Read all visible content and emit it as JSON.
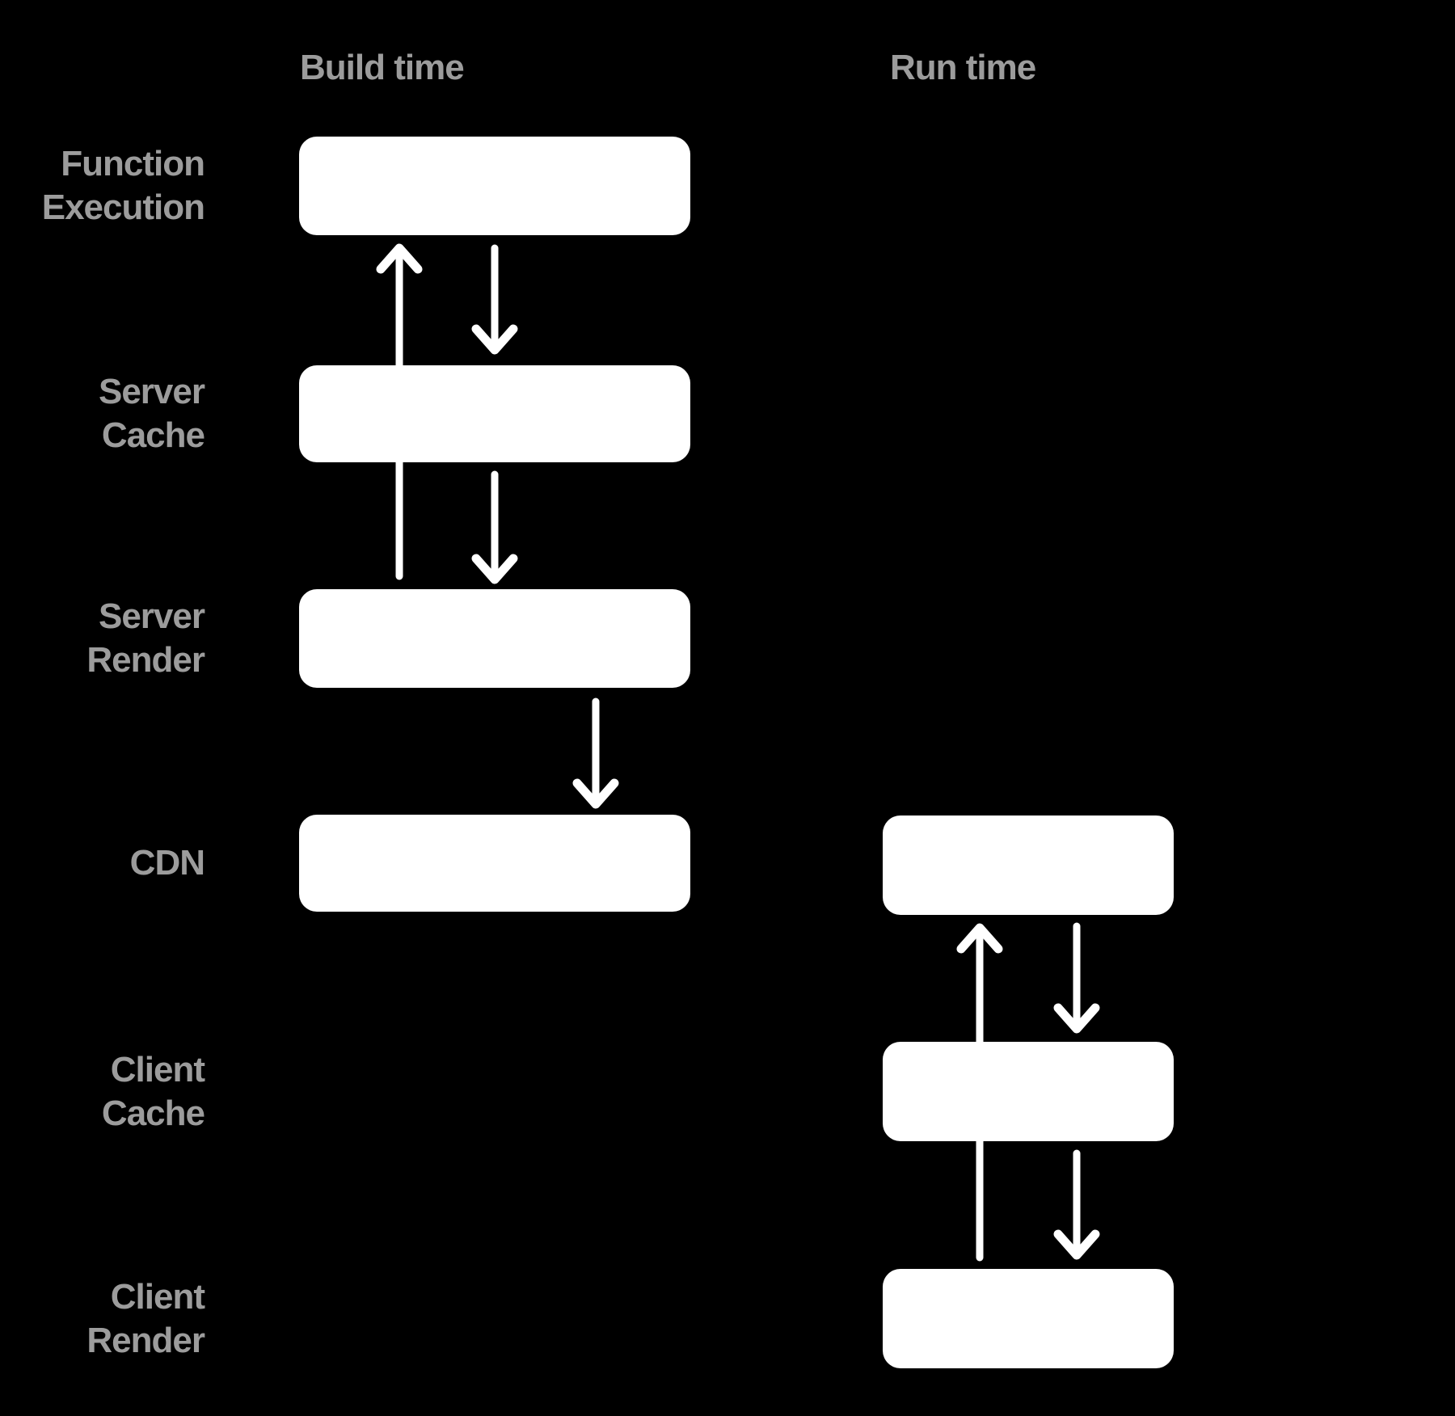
{
  "colors": {
    "background": "#000000",
    "box_fill": "#ffffff",
    "arrow": "#ffffff",
    "label_gray": "#9c9c9c"
  },
  "column_headers": [
    {
      "id": "build-time",
      "label": "Build time"
    },
    {
      "id": "run-time",
      "label": "Run time"
    }
  ],
  "row_labels": [
    {
      "id": "function-execution",
      "label": "Function\nExecution"
    },
    {
      "id": "server-cache",
      "label": "Server\nCache"
    },
    {
      "id": "server-render",
      "label": "Server\nRender"
    },
    {
      "id": "cdn",
      "label": "CDN"
    },
    {
      "id": "client-cache",
      "label": "Client\nCache"
    },
    {
      "id": "client-render",
      "label": "Client\nRender"
    }
  ],
  "nodes": [
    {
      "id": "build-function-execution",
      "column": "Build time",
      "row": "Function Execution"
    },
    {
      "id": "build-server-cache",
      "column": "Build time",
      "row": "Server Cache"
    },
    {
      "id": "build-server-render",
      "column": "Build time",
      "row": "Server Render"
    },
    {
      "id": "build-cdn",
      "column": "Build time",
      "row": "CDN"
    },
    {
      "id": "run-cdn",
      "column": "Run time",
      "row": "CDN"
    },
    {
      "id": "run-client-cache",
      "column": "Run time",
      "row": "Client Cache"
    },
    {
      "id": "run-client-render",
      "column": "Run time",
      "row": "Client Render"
    }
  ],
  "edges": [
    {
      "from": "build-server-render",
      "to": "build-function-execution",
      "direction": "up"
    },
    {
      "from": "build-function-execution",
      "to": "build-server-cache",
      "direction": "down"
    },
    {
      "from": "build-server-cache",
      "to": "build-server-render",
      "direction": "down"
    },
    {
      "from": "build-server-render",
      "to": "build-cdn",
      "direction": "down"
    },
    {
      "from": "run-client-render",
      "to": "run-cdn",
      "direction": "up"
    },
    {
      "from": "run-cdn",
      "to": "run-client-cache",
      "direction": "down"
    },
    {
      "from": "run-client-cache",
      "to": "run-client-render",
      "direction": "down"
    }
  ]
}
